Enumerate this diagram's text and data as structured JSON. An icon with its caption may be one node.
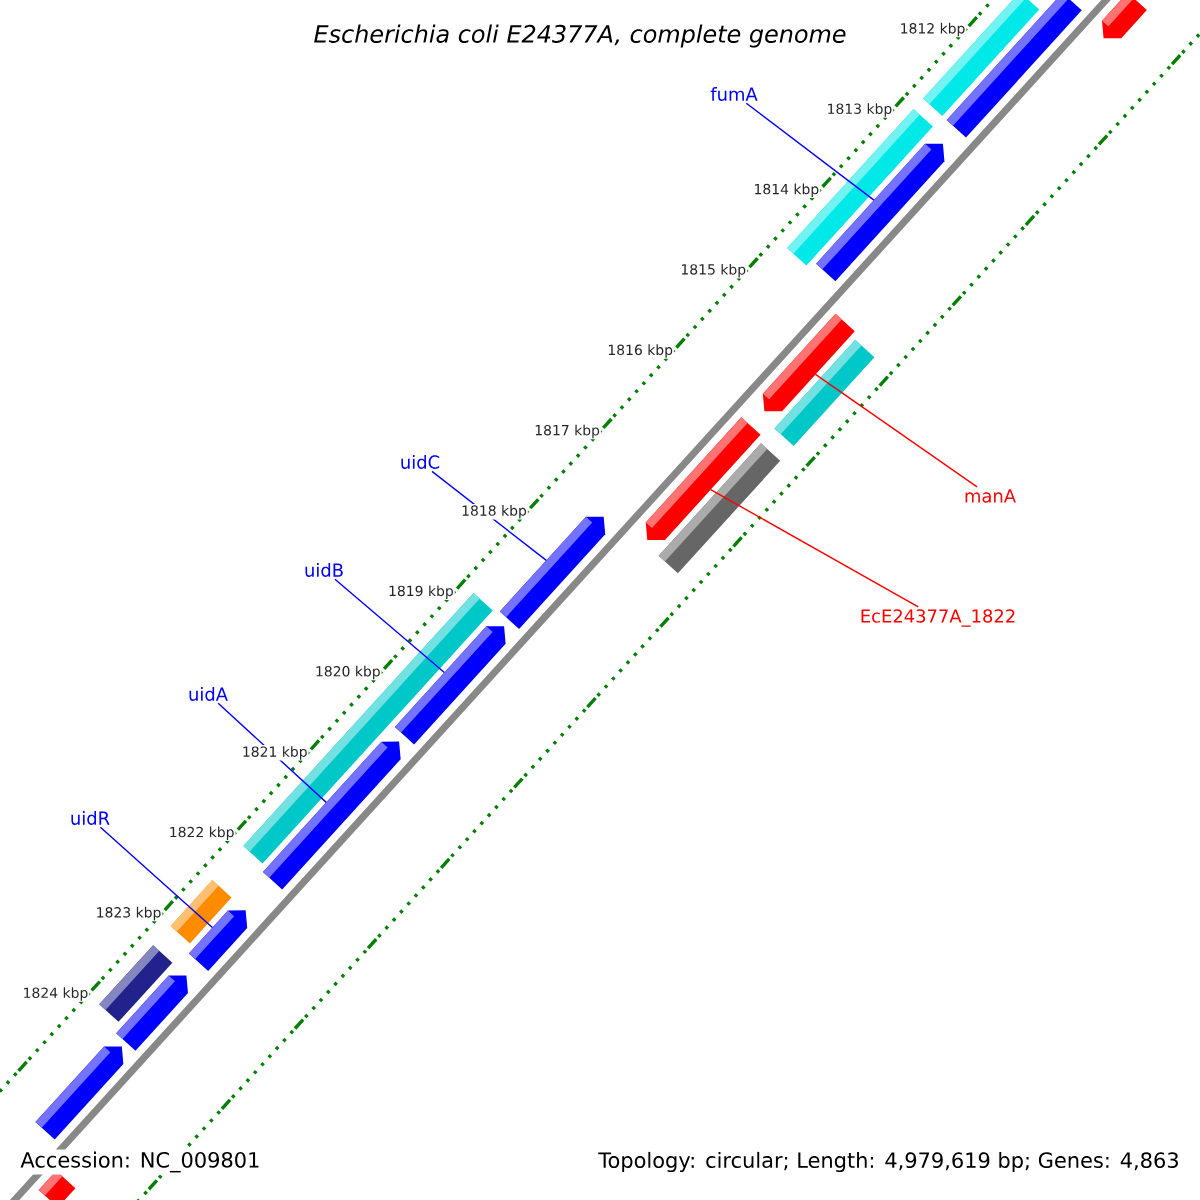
{
  "diagram": {
    "title": "Escherichia coli E24377A, complete genome",
    "nodes": [
      {
        "text": [
          "fumA"
        ]
      },
      {
        "text": [
          "uidC"
        ]
      },
      {
        "text": [
          "manA"
        ]
      },
      {
        "text": [
          "uidB"
        ]
      },
      {
        "text": [
          "EcE24377A_1822"
        ]
      },
      {
        "text": [
          "uidA"
        ]
      },
      {
        "text": [
          "uidR"
        ]
      },
      {
        "text": [],
        "shape": "bar"
      },
      {
        "text": [],
        "shape": "bar"
      },
      {
        "text": [],
        "shape": "bar"
      },
      {
        "text": [],
        "shape": "bar"
      },
      {
        "text": [],
        "shape": "bar"
      },
      {
        "text": [],
        "shape": "bar"
      },
      {
        "text": [],
        "shape": "bar"
      },
      {
        "text": [],
        "shape": "bar"
      },
      {
        "text": [],
        "shape": "bar"
      },
      {
        "text": [],
        "shape": "bar"
      },
      {
        "text": [],
        "shape": "bar"
      },
      {
        "text": [],
        "shape": "bar"
      },
      {
        "text": [],
        "shape": "bar"
      },
      {
        "text": [],
        "shape": "bar"
      },
      {
        "text": [],
        "shape": "bar"
      },
      {
        "text": [],
        "shape": "bar"
      },
      {
        "text": [],
        "shape": "bar"
      },
      {
        "text": [],
        "shape": "bar"
      },
      {
        "text": [],
        "shape": "bar"
      }
    ],
    "edges": [
      {
        "from": 0,
        "to": 11,
        "arrow": "none"
      },
      {
        "from": 1,
        "to": 16,
        "arrow": "none"
      },
      {
        "from": 2,
        "to": 12,
        "arrow": "none",
        "color": "#ff0000"
      },
      {
        "from": 3,
        "to": 18,
        "arrow": "none"
      },
      {
        "from": 4,
        "to": 14,
        "arrow": "none",
        "color": "#ff0000"
      },
      {
        "from": 5,
        "to": 19,
        "arrow": "none"
      },
      {
        "from": 6,
        "to": 21,
        "arrow": "none"
      }
    ],
    "labels": [
      "1812 kbp",
      "1813 kbp",
      "1814 kbp",
      "1815 kbp",
      "1816 kbp",
      "1817 kbp",
      "1818 kbp",
      "1819 kbp",
      "1820 kbp",
      "1821 kbp",
      "1822 kbp",
      "1823 kbp",
      "1824 kbp",
      "Accession: NC_009801",
      "Topology: circular; Length: 4,979,619 bp; Genes: 4,863"
    ]
  }
}
